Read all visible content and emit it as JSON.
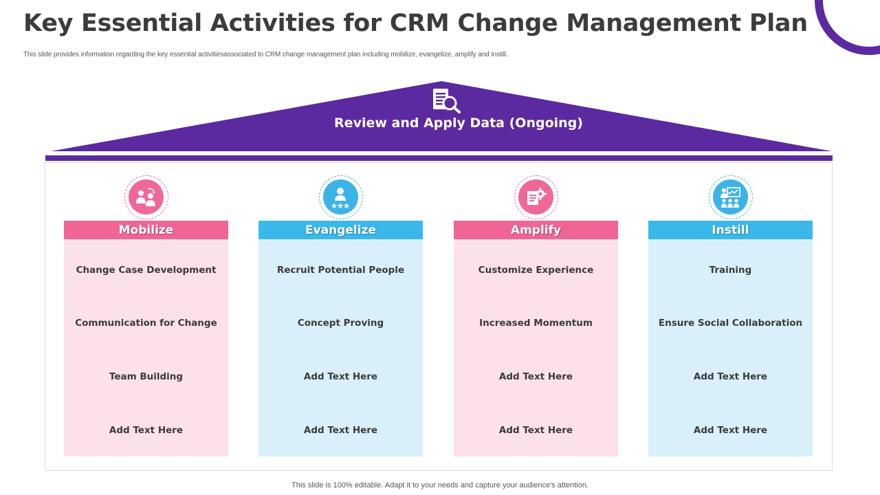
{
  "slide": {
    "title": "Key Essential Activities for CRM Change Management Plan",
    "subtitle": "This slide provides information regarding the key essential activitiesassociated to CRM change management plan including mobilize, evangelize, amplify and instill.",
    "footer": "This slide is 100% editable. Adapt it to your needs and capture your audience's attention."
  },
  "roof": {
    "label": "Review and Apply Data (Ongoing)",
    "icon": "document-search-icon",
    "color": "#5b2aa0"
  },
  "pillars": [
    {
      "title": "Mobilize",
      "icon": "team-exchange-icon",
      "accent": "#f06596",
      "items": [
        "Change Case Development",
        "Communication for Change",
        "Team Building",
        "Add Text Here"
      ]
    },
    {
      "title": "Evangelize",
      "icon": "person-stars-icon",
      "accent": "#3bb8ea",
      "items": [
        "Recruit Potential People",
        "Concept Proving",
        "Add Text Here",
        "Add Text Here"
      ]
    },
    {
      "title": "Amplify",
      "icon": "settings-report-icon",
      "accent": "#f06596",
      "items": [
        "Customize Experience",
        "Increased Momentum",
        "Add Text Here",
        "Add Text Here"
      ]
    },
    {
      "title": "Instill",
      "icon": "presentation-training-icon",
      "accent": "#3bb8ea",
      "items": [
        "Training",
        "Ensure Social Collaboration",
        "Add Text Here",
        "Add Text Here"
      ]
    }
  ]
}
